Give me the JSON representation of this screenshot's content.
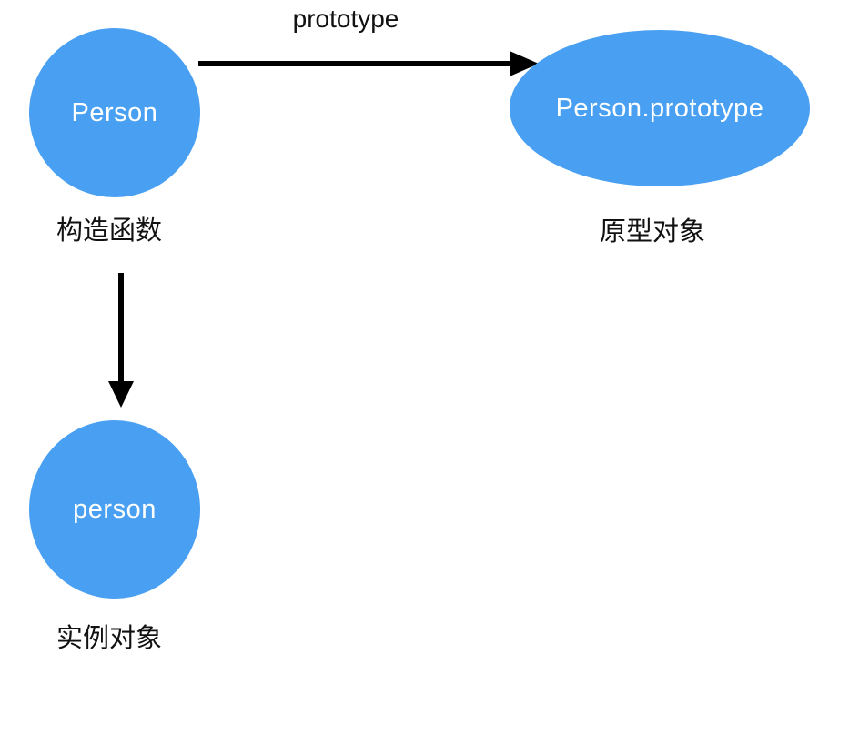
{
  "diagram": {
    "colors": {
      "background": "#FFFFFF",
      "node_fill": "#49A0F2",
      "node_text": "#FFFFFF",
      "label_text": "#111111",
      "arrow": "#000000"
    },
    "nodes": [
      {
        "id": "constructor-function",
        "shape": "circle",
        "label": "Person",
        "caption": "构造函数"
      },
      {
        "id": "prototype-object",
        "shape": "ellipse",
        "label": "Person.prototype",
        "caption": "原型对象"
      },
      {
        "id": "instance-object",
        "shape": "circle",
        "label": "person",
        "caption": "实例对象"
      }
    ],
    "edges": [
      {
        "from": "Person",
        "to": "Person.prototype",
        "label": "prototype",
        "direction": "right"
      },
      {
        "from": "Person",
        "to": "person",
        "label": "",
        "direction": "down"
      }
    ]
  }
}
